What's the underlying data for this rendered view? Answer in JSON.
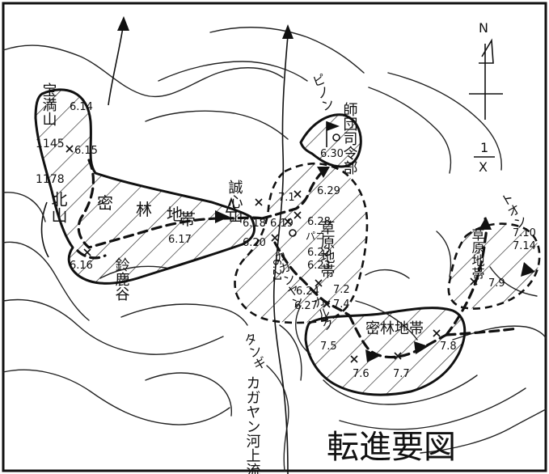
{
  "title": "転進要図",
  "compass": {
    "north": "N"
  },
  "scale": {
    "numerator": "1",
    "denominator": "X"
  },
  "places": {
    "houteki_san": "宝満山",
    "hokuzan": "北山",
    "elev_1145": "1145",
    "elev_1178": "1178",
    "seishin_zan": "誠心山",
    "shidan_shireibu": "師団司令部",
    "pinon": "ピノン",
    "kakanyan": "カカンヤン",
    "pako": "パコ",
    "karuku": "カルク",
    "ton": "トオン",
    "suzuka_dani": "鈴鹿谷",
    "tangi": "タンギ",
    "kakayan_river": "カガヤン河上流"
  },
  "zones": {
    "mitsurin_west": [
      "密",
      "林",
      "地",
      "帯"
    ],
    "mitsurin_east": "密林地帯",
    "sougen_center": "草原地帯",
    "sougen_east": "草原地帯"
  },
  "dates": [
    "6.14",
    "6.15",
    "6.16",
    "6.17",
    "6.18",
    "6.19",
    "6.20",
    "6.21",
    "6.22",
    "6.23",
    "6.24",
    "6.27",
    "6.28",
    "6.29",
    "6.30",
    "7.1",
    "7.2",
    "7.4",
    "7.5",
    "7.6",
    "7.7",
    "7.8",
    "7.9",
    "7.10",
    "7.14"
  ]
}
